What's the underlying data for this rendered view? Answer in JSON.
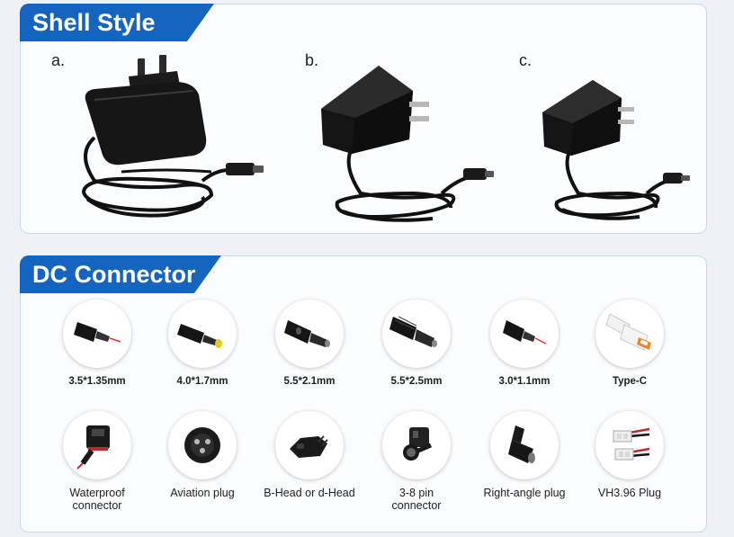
{
  "shell_section": {
    "title": "Shell Style",
    "styles": [
      {
        "label": "a.",
        "icon": "wall-adapter-a-icon"
      },
      {
        "label": "b.",
        "icon": "wall-adapter-b-icon"
      },
      {
        "label": "c.",
        "icon": "wall-adapter-c-icon"
      }
    ]
  },
  "dc_section": {
    "title": "DC Connector",
    "connectors": [
      {
        "label": "3.5*1.35mm",
        "icon": "barrel-plug-icon"
      },
      {
        "label": "4.0*1.7mm",
        "icon": "barrel-plug-yellow-tip-icon"
      },
      {
        "label": "5.5*2.1mm",
        "icon": "barrel-plug-icon"
      },
      {
        "label": "5.5*2.5mm",
        "icon": "barrel-plug-icon"
      },
      {
        "label": "3.0*1.1mm",
        "icon": "barrel-plug-icon"
      },
      {
        "label": "Type-C",
        "icon": "usb-c-plug-icon"
      },
      {
        "label": "Waterproof\nconnector",
        "icon": "waterproof-connector-icon"
      },
      {
        "label": "Aviation plug",
        "icon": "aviation-plug-icon"
      },
      {
        "label": "B-Head or d-Head",
        "icon": "b-head-plug-icon"
      },
      {
        "label": "3-8 pin\nconnector",
        "icon": "din-pin-connector-icon"
      },
      {
        "label": "Right-angle plug",
        "icon": "right-angle-plug-icon"
      },
      {
        "label": "VH3.96 Plug",
        "icon": "vh396-plug-icon"
      }
    ]
  }
}
